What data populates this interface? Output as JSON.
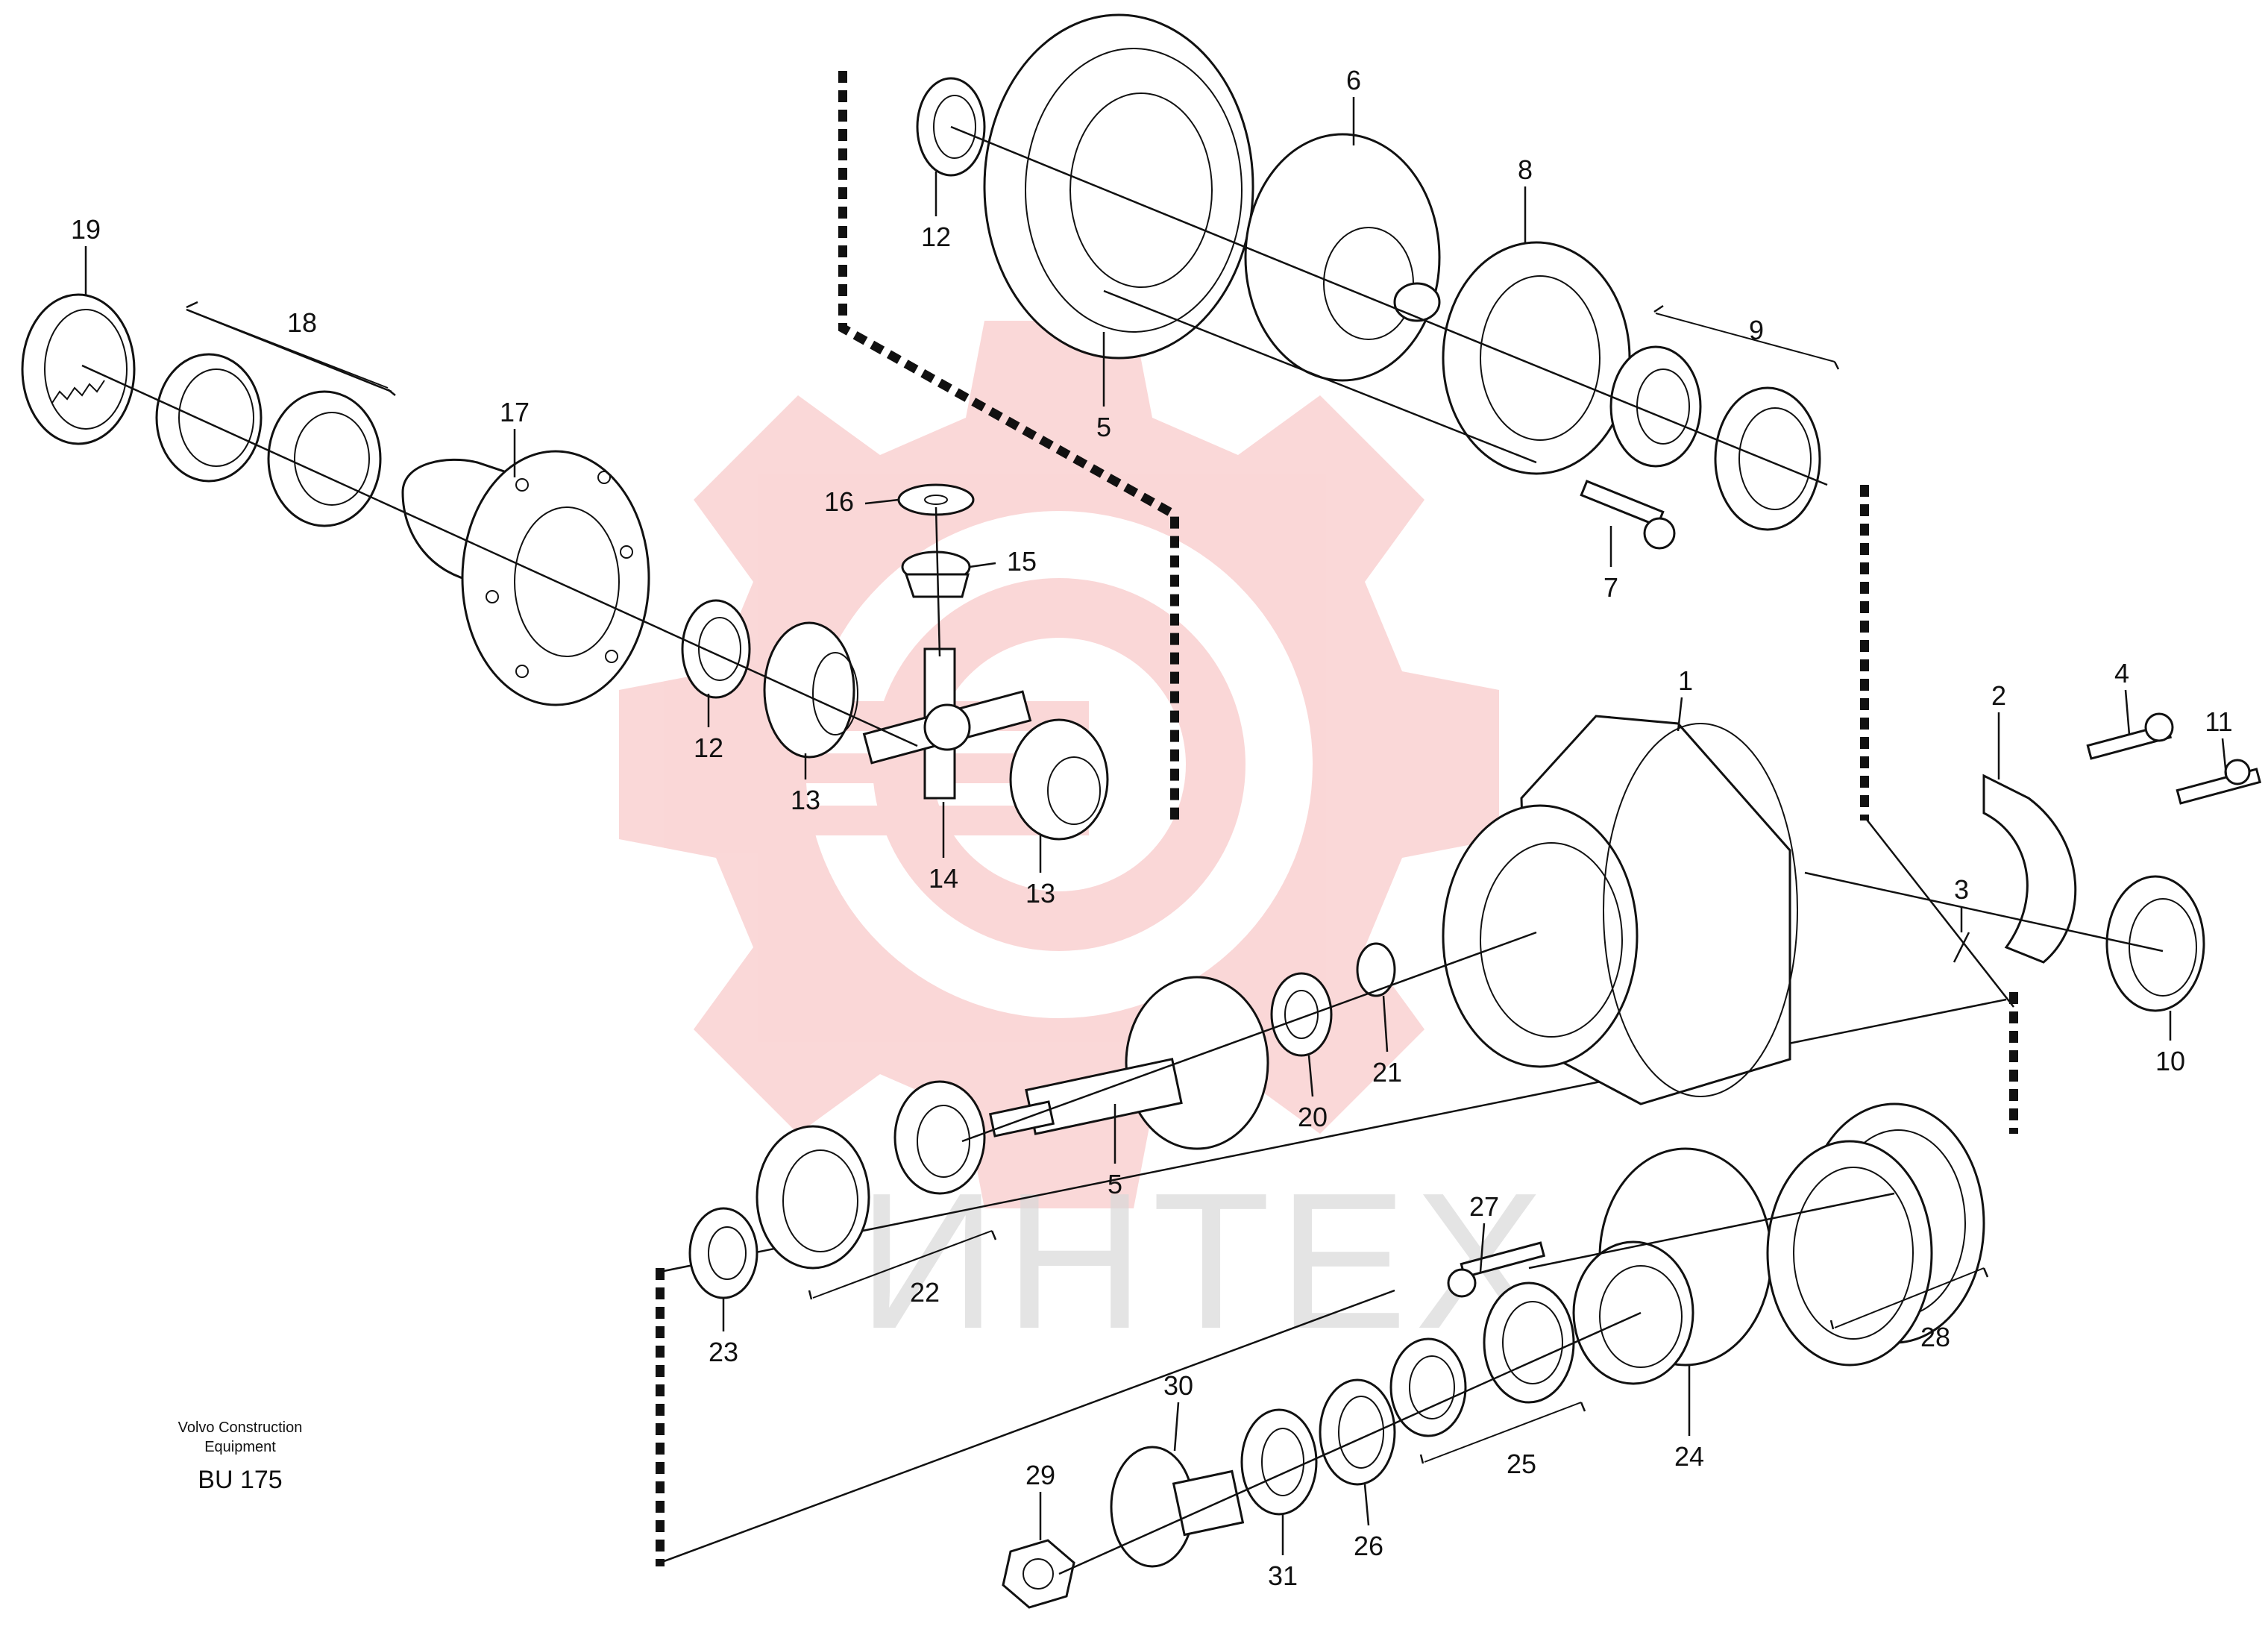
{
  "brand": {
    "watermark_text": "ИНТЕХ",
    "watermark_color": "#f4a8a8",
    "ink_color": "#111111"
  },
  "note": {
    "line1": "Volvo Construction",
    "line2": "Equipment",
    "code": "BU 175"
  },
  "callouts": [
    {
      "id": "c1",
      "label": "1"
    },
    {
      "id": "c2",
      "label": "2"
    },
    {
      "id": "c3",
      "label": "3"
    },
    {
      "id": "c4",
      "label": "4"
    },
    {
      "id": "c5a",
      "label": "5"
    },
    {
      "id": "c5b",
      "label": "5"
    },
    {
      "id": "c6",
      "label": "6"
    },
    {
      "id": "c7",
      "label": "7"
    },
    {
      "id": "c8",
      "label": "8"
    },
    {
      "id": "c9",
      "label": "9"
    },
    {
      "id": "c10",
      "label": "10"
    },
    {
      "id": "c11",
      "label": "11"
    },
    {
      "id": "c12a",
      "label": "12"
    },
    {
      "id": "c12b",
      "label": "12"
    },
    {
      "id": "c13a",
      "label": "13"
    },
    {
      "id": "c13b",
      "label": "13"
    },
    {
      "id": "c14",
      "label": "14"
    },
    {
      "id": "c15",
      "label": "15"
    },
    {
      "id": "c16",
      "label": "16"
    },
    {
      "id": "c17",
      "label": "17"
    },
    {
      "id": "c18",
      "label": "18"
    },
    {
      "id": "c19",
      "label": "19"
    },
    {
      "id": "c20",
      "label": "20"
    },
    {
      "id": "c21",
      "label": "21"
    },
    {
      "id": "c22",
      "label": "22"
    },
    {
      "id": "c23",
      "label": "23"
    },
    {
      "id": "c24",
      "label": "24"
    },
    {
      "id": "c25",
      "label": "25"
    },
    {
      "id": "c26",
      "label": "26"
    },
    {
      "id": "c27",
      "label": "27"
    },
    {
      "id": "c28",
      "label": "28"
    },
    {
      "id": "c29",
      "label": "29"
    },
    {
      "id": "c30",
      "label": "30"
    },
    {
      "id": "c31",
      "label": "31"
    }
  ]
}
